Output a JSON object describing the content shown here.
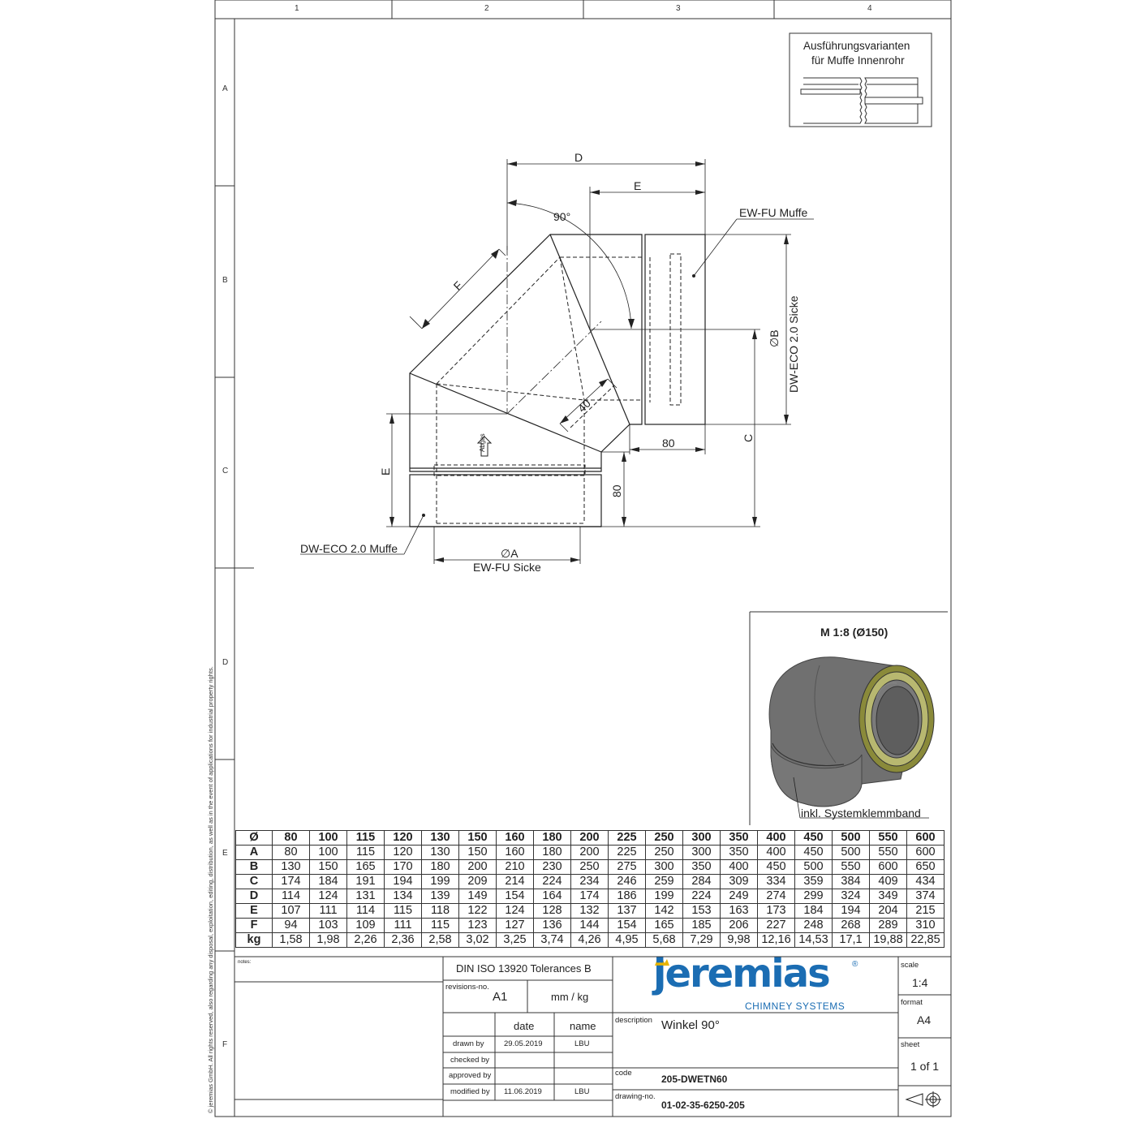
{
  "frame": {
    "columns": [
      "1",
      "2",
      "3",
      "4"
    ],
    "rows": [
      "A",
      "B",
      "C",
      "D",
      "E",
      "F"
    ],
    "copyright": "© jeremias GmbH. All rights reserved, also regarding any disposal, exploitation, editing, distribution, as well as in the event of applications for industrial property rights."
  },
  "variants_box": {
    "line1": "Ausführungsvarianten",
    "line2": "für Muffe Innenrohr"
  },
  "drawing": {
    "dim_D": "D",
    "dim_E_top": "E",
    "angle": "90°",
    "dim_F": "F",
    "label_ew_fu_muffe": "EW-FU Muffe",
    "dim_B": "∅B",
    "label_dw_eco_sicke": "DW-ECO 2.0 Sicke",
    "dim_40": "40",
    "abgas": "Abgas",
    "dim_80_horizontal": "80",
    "dim_C": "C",
    "dim_E_left": "E",
    "dim_80_vertical": "80",
    "label_dw_eco_muffe": "DW-ECO 2.0 Muffe",
    "dim_A": "∅A",
    "label_ew_fu_sicke": "EW-FU Sicke"
  },
  "render_box": {
    "title": "M 1:8 (Ø150)",
    "note": "inkl. Systemklemmband"
  },
  "dimension_table": {
    "header": [
      "Ø",
      "80",
      "100",
      "115",
      "120",
      "130",
      "150",
      "160",
      "180",
      "200",
      "225",
      "250",
      "300",
      "350",
      "400",
      "450",
      "500",
      "550",
      "600"
    ],
    "rows": [
      [
        "A",
        "80",
        "100",
        "115",
        "120",
        "130",
        "150",
        "160",
        "180",
        "200",
        "225",
        "250",
        "300",
        "350",
        "400",
        "450",
        "500",
        "550",
        "600"
      ],
      [
        "B",
        "130",
        "150",
        "165",
        "170",
        "180",
        "200",
        "210",
        "230",
        "250",
        "275",
        "300",
        "350",
        "400",
        "450",
        "500",
        "550",
        "600",
        "650"
      ],
      [
        "C",
        "174",
        "184",
        "191",
        "194",
        "199",
        "209",
        "214",
        "224",
        "234",
        "246",
        "259",
        "284",
        "309",
        "334",
        "359",
        "384",
        "409",
        "434"
      ],
      [
        "D",
        "114",
        "124",
        "131",
        "134",
        "139",
        "149",
        "154",
        "164",
        "174",
        "186",
        "199",
        "224",
        "249",
        "274",
        "299",
        "324",
        "349",
        "374"
      ],
      [
        "E",
        "107",
        "111",
        "114",
        "115",
        "118",
        "122",
        "124",
        "128",
        "132",
        "137",
        "142",
        "153",
        "163",
        "173",
        "184",
        "194",
        "204",
        "215"
      ],
      [
        "F",
        "94",
        "103",
        "109",
        "111",
        "115",
        "123",
        "127",
        "136",
        "144",
        "154",
        "165",
        "185",
        "206",
        "227",
        "248",
        "268",
        "289",
        "310"
      ],
      [
        "kg",
        "1,58",
        "1,98",
        "2,26",
        "2,36",
        "2,58",
        "3,02",
        "3,25",
        "3,74",
        "4,26",
        "4,95",
        "5,68",
        "7,29",
        "9,98",
        "12,16",
        "14,53",
        "17,1",
        "19,88",
        "22,85"
      ]
    ]
  },
  "title_block": {
    "notes_label": "notes:",
    "tolerances": "DIN ISO 13920 Tolerances B",
    "revisions_label": "revisions-no.",
    "revision": "A1",
    "units": "mm / kg",
    "date_header": "date",
    "name_header": "name",
    "drawn_by_label": "drawn by",
    "drawn_date": "29.05.2019",
    "drawn_name": "LBU",
    "checked_by_label": "checked by",
    "approved_by_label": "approved by",
    "modified_by_label": "modified by",
    "modified_date": "11.06.2019",
    "modified_name": "LBU",
    "logo_text": "jeremias",
    "logo_reg": "®",
    "logo_sub": "CHIMNEY SYSTEMS",
    "description_label": "description",
    "description": "Winkel 90°",
    "code_label": "code",
    "code": "205-DWETN60",
    "drawing_no_label": "drawing-no.",
    "drawing_no": "01-02-35-6250-205",
    "scale_label": "scale",
    "scale": "1:4",
    "format_label": "format",
    "format": "A4",
    "sheet_label": "sheet",
    "sheet": "1 of 1"
  }
}
